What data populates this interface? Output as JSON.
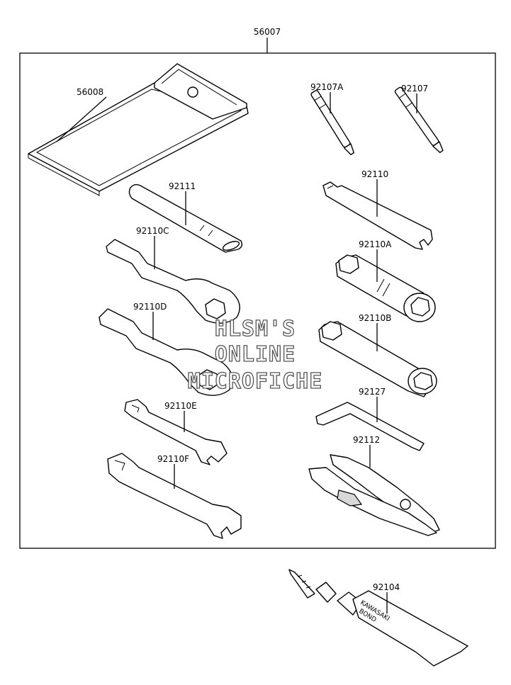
{
  "diagram": {
    "parts": {
      "kit": "56007",
      "pouch": "56008",
      "screwdriver_a": "92107A",
      "screwdriver": "92107",
      "handle_bar": "92111",
      "spanner": "92110",
      "ring_wrench_c": "92110C",
      "box_wrench_a": "92110A",
      "ring_wrench_d": "92110D",
      "box_wrench_b": "92110B",
      "open_wrench_e": "92110E",
      "hex_key": "92127",
      "open_wrench_f": "92110F",
      "pliers": "92112",
      "bond": "92104"
    },
    "tube_text": {
      "line1": "KAWASAKI",
      "line2": "BOND"
    },
    "watermark": {
      "line1": "HLSM'S",
      "line2": "ONLINE",
      "line3": "MICROFICHE"
    }
  }
}
